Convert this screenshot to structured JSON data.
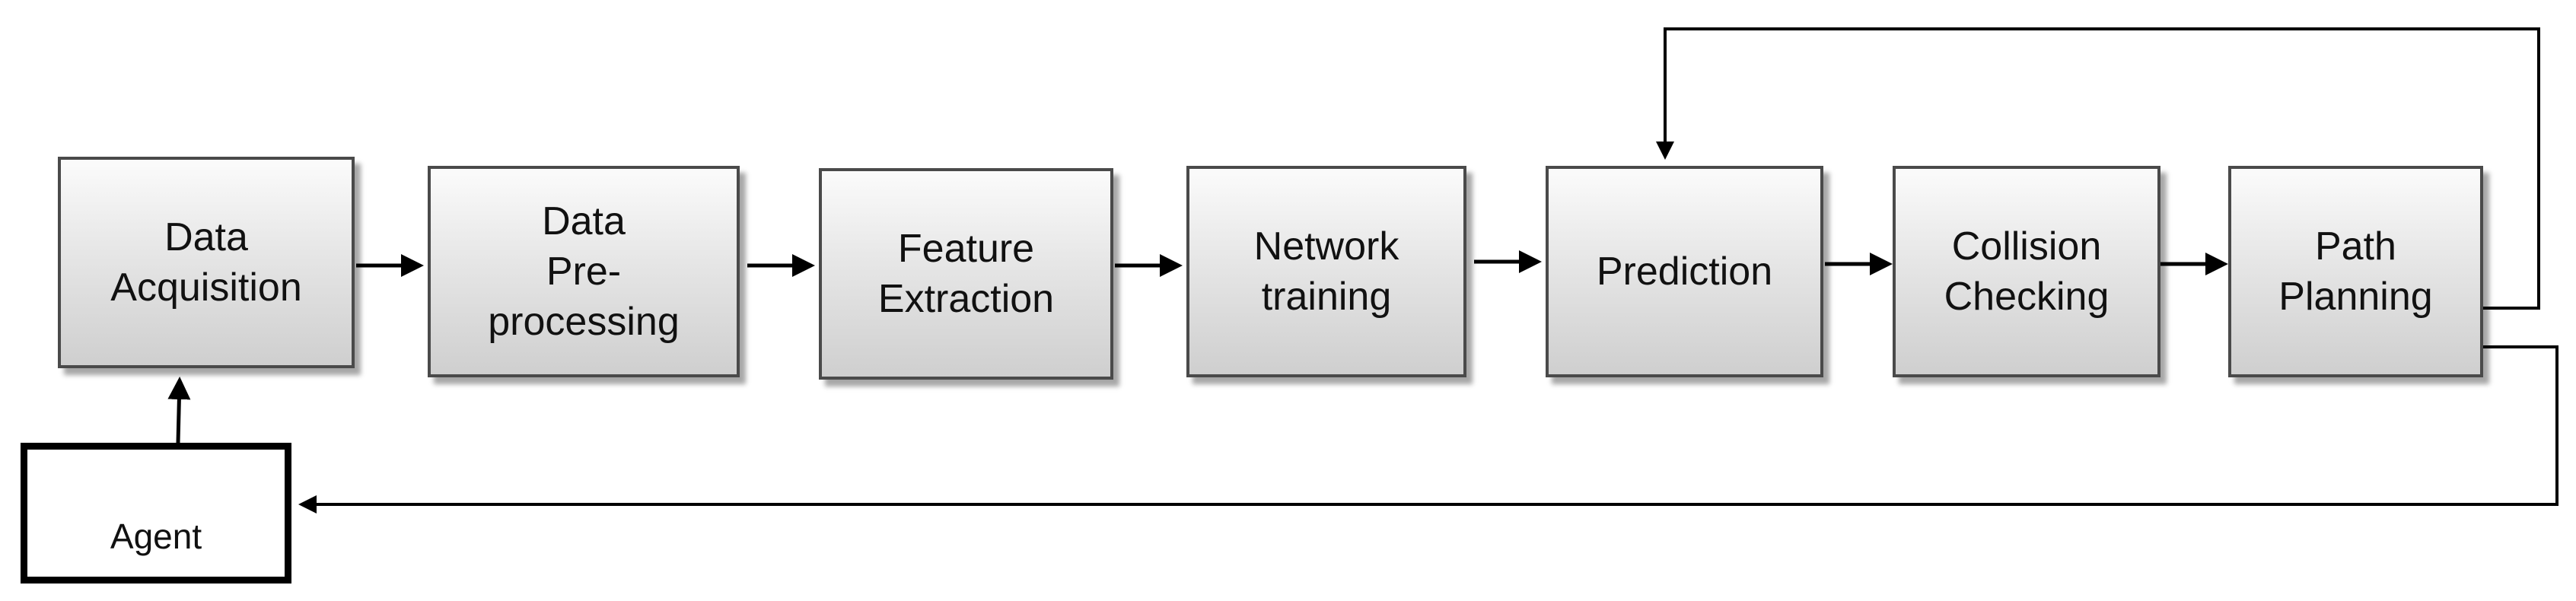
{
  "diagram": {
    "nodes": [
      {
        "id": "data-acquisition",
        "label": "Data\nAcquisition"
      },
      {
        "id": "data-preprocessing",
        "label": "Data\nPre-\nprocessing"
      },
      {
        "id": "feature-extraction",
        "label": "Feature\nExtraction"
      },
      {
        "id": "network-training",
        "label": "Network\ntraining"
      },
      {
        "id": "prediction",
        "label": "Prediction"
      },
      {
        "id": "collision-checking",
        "label": "Collision\nChecking"
      },
      {
        "id": "path-planning",
        "label": "Path\nPlanning"
      }
    ],
    "agent": {
      "label": "Agent"
    },
    "edges": [
      {
        "from": "data-acquisition",
        "to": "data-preprocessing"
      },
      {
        "from": "data-preprocessing",
        "to": "feature-extraction"
      },
      {
        "from": "feature-extraction",
        "to": "network-training"
      },
      {
        "from": "network-training",
        "to": "prediction"
      },
      {
        "from": "prediction",
        "to": "collision-checking"
      },
      {
        "from": "collision-checking",
        "to": "path-planning"
      },
      {
        "from": "path-planning",
        "to": "prediction"
      },
      {
        "from": "path-planning",
        "to": "agent"
      },
      {
        "from": "agent",
        "to": "data-acquisition"
      }
    ]
  }
}
